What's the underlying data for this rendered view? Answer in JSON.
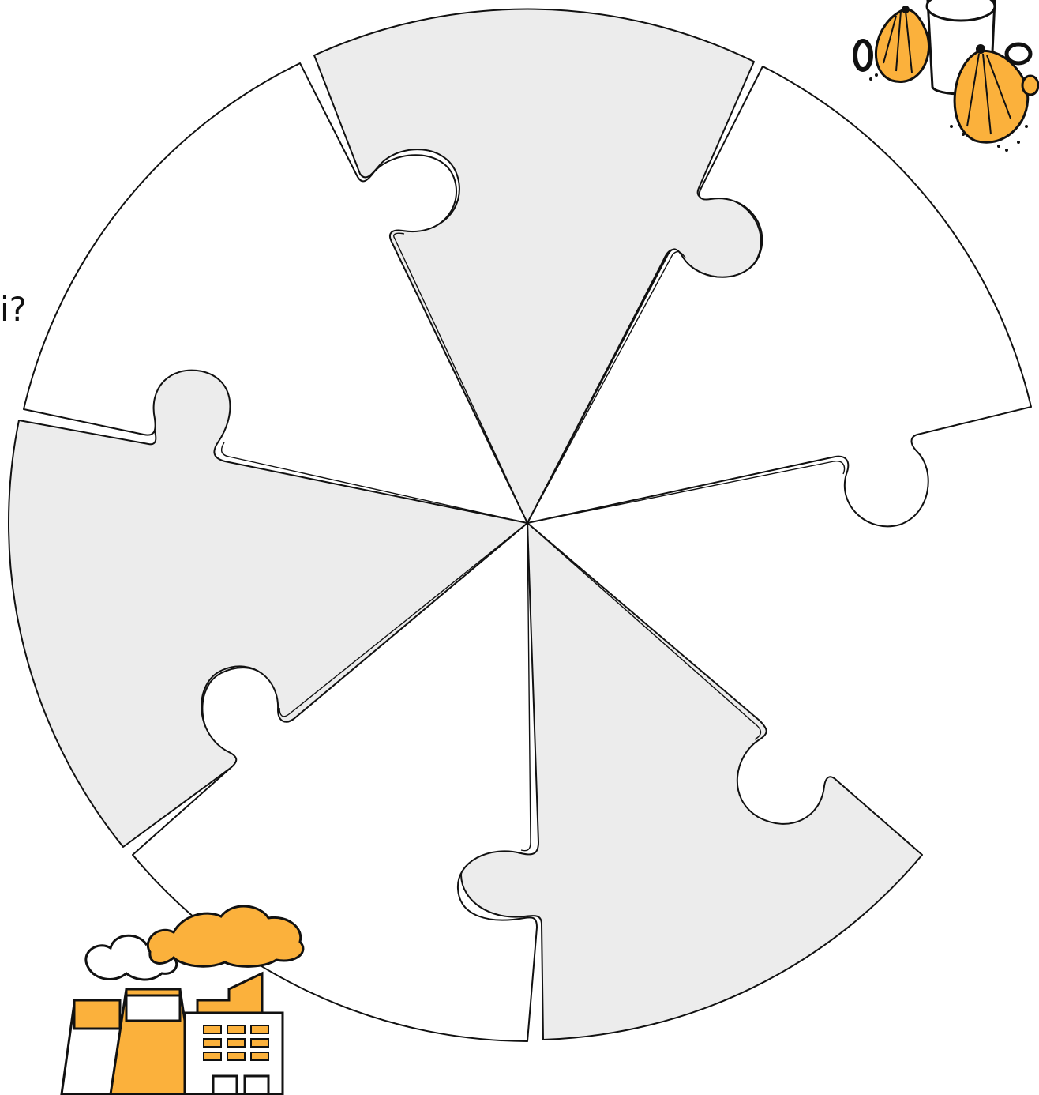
{
  "text": {
    "cut_off_text": "i?"
  },
  "puzzle": {
    "piece_count": 6,
    "pieces": [
      {
        "name": "puzzle-piece-top",
        "shade": "gray"
      },
      {
        "name": "puzzle-piece-upper-right",
        "shade": "white"
      },
      {
        "name": "puzzle-piece-lower-right",
        "shade": "gray"
      },
      {
        "name": "puzzle-piece-bottom",
        "shade": "white"
      },
      {
        "name": "puzzle-piece-left",
        "shade": "gray"
      },
      {
        "name": "puzzle-piece-upper-left",
        "shade": "white"
      }
    ]
  },
  "icons": {
    "top_right": "balloons-and-cup-icon",
    "bottom_left": "factory-pollution-icon"
  },
  "colors": {
    "piece_gray": "#ececec",
    "piece_white": "#ffffff",
    "outline": "#111111",
    "accent": "#fbb13c"
  }
}
